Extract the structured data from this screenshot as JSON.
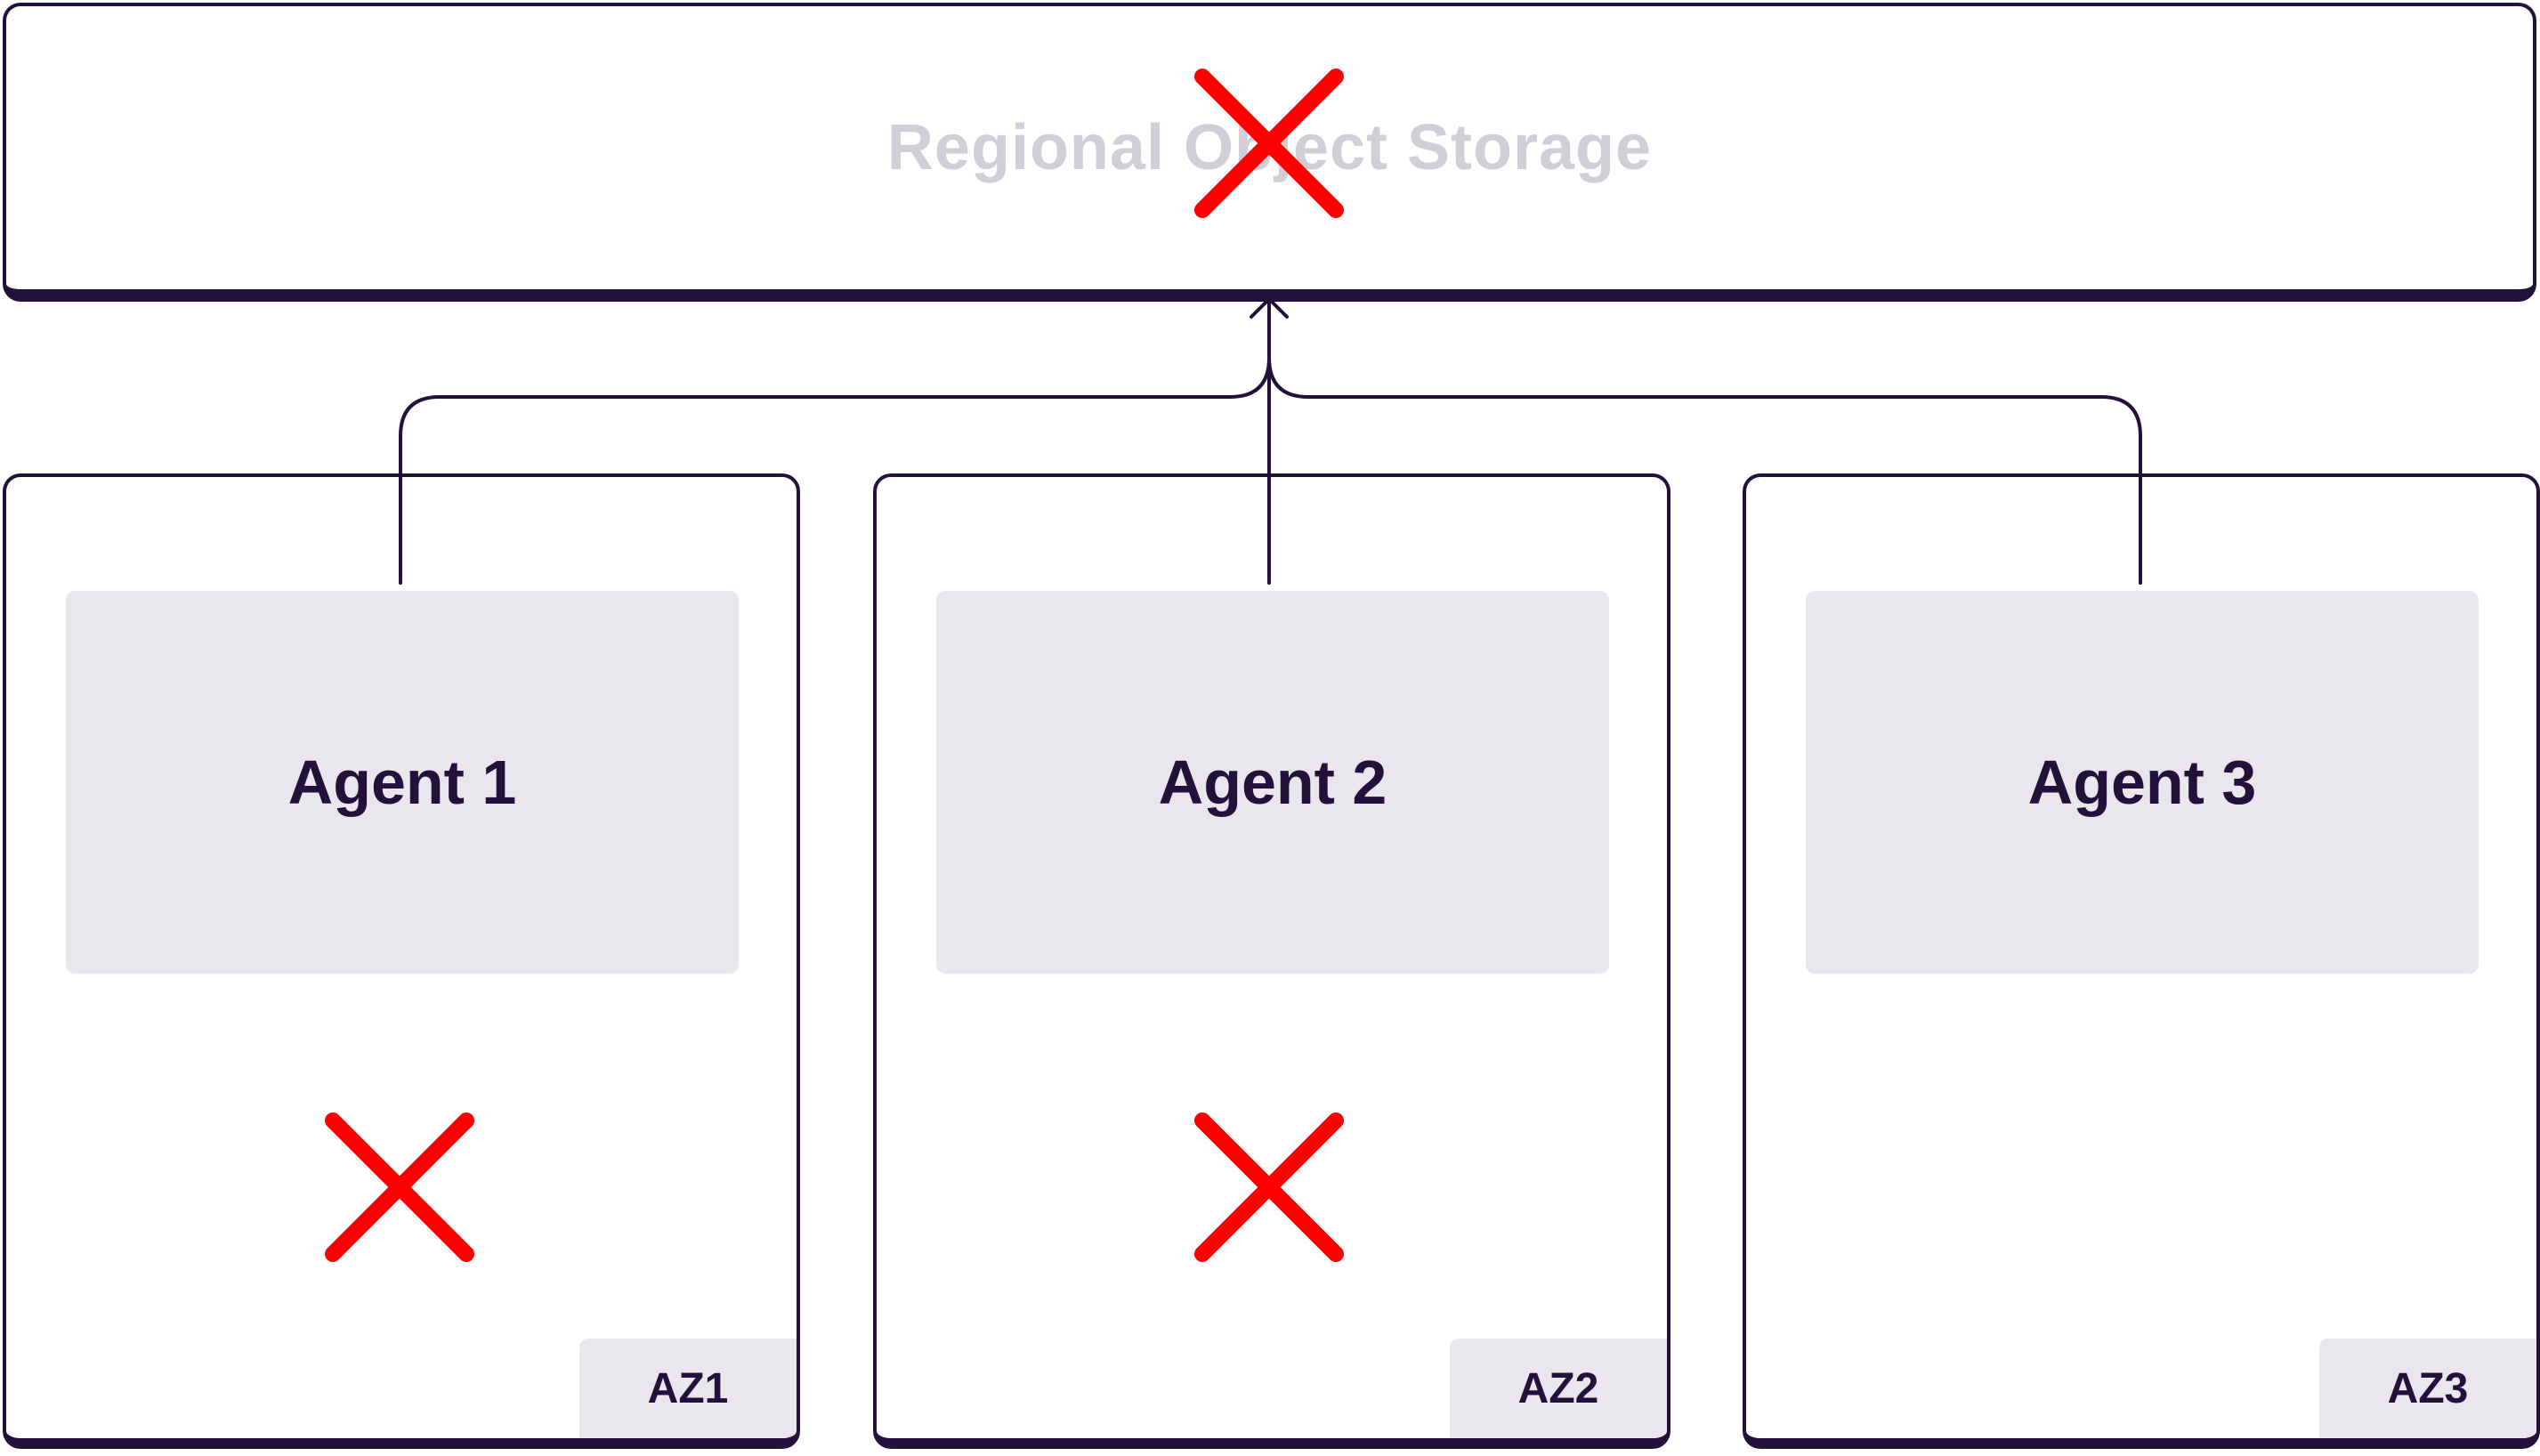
{
  "storage": {
    "label": "Regional Object Storage",
    "status": "failed"
  },
  "zones": [
    {
      "agent_label": "Agent 1",
      "az_label": "AZ1",
      "failed": true
    },
    {
      "agent_label": "Agent 2",
      "az_label": "AZ2",
      "failed": true
    },
    {
      "agent_label": "Agent 3",
      "az_label": "AZ3",
      "failed": false
    }
  ],
  "colors": {
    "outline": "#23113c",
    "card_fill": "#e9e7ed",
    "faded_text": "#d2ced8",
    "failure_mark": "#ff0000"
  },
  "icons": {
    "failure": "x-mark-icon",
    "arrow": "arrow-up-icon"
  }
}
